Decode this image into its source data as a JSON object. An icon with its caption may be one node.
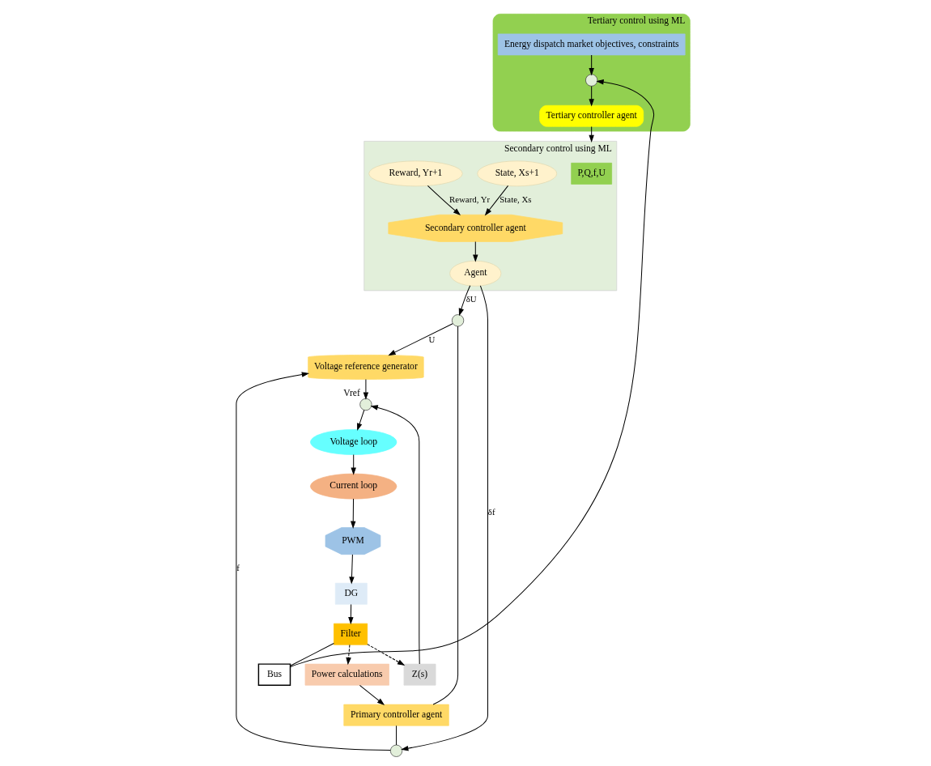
{
  "diagram": {
    "nodes": [
      {
        "text": [
          "Tertiary control using ML"
        ]
      },
      {
        "text": [
          "Energy dispatch market objectives, constraints"
        ],
        "in": 0
      },
      {
        "text": [],
        "shape": "circle",
        "in": 0
      },
      {
        "text": [
          "Tertiary controller agent"
        ],
        "in": 0
      },
      {
        "text": [
          "Secondary control using ML"
        ]
      },
      {
        "text": [
          "P,Q,f,U"
        ],
        "in": 4
      },
      {
        "text": [
          "Secondary controller agent"
        ],
        "in": 4
      },
      {
        "text": [
          "Agent"
        ],
        "in": 4
      },
      {
        "text": [
          "State, Xs+1"
        ],
        "in": 4
      },
      {
        "text": [
          "Reward, Yr+1"
        ],
        "in": 4
      },
      {
        "text": [
          "Voltage reference generator"
        ]
      },
      {
        "text": [
          "Primary controller agent"
        ]
      },
      {
        "text": [],
        "shape": "circle"
      },
      {
        "text": [],
        "shape": "circle"
      },
      {
        "text": [],
        "shape": "circle",
        "beside": [
          "Vref"
        ]
      },
      {
        "text": [
          "Voltage loop"
        ]
      },
      {
        "text": [
          "Current loop"
        ]
      },
      {
        "text": [
          "PWM"
        ]
      },
      {
        "text": [
          "DG"
        ]
      },
      {
        "text": [
          "Z(s)"
        ]
      },
      {
        "text": [
          "Filter"
        ]
      },
      {
        "text": [
          "Power calculations"
        ]
      },
      {
        "text": [
          "Bus"
        ]
      }
    ],
    "edges": [
      {
        "from": 1,
        "to": 2,
        "arrow": "to"
      },
      {
        "from": 2,
        "to": 3,
        "arrow": "to"
      },
      {
        "from": 3,
        "to": 4,
        "arrow": "to"
      },
      {
        "from": 8,
        "to": 6,
        "arrow": "to",
        "label": "State, Xs"
      },
      {
        "from": 9,
        "to": 6,
        "arrow": "to",
        "label": "Reward, Yr"
      },
      {
        "from": 6,
        "to": 7,
        "arrow": "to"
      },
      {
        "from": 7,
        "to": 12,
        "arrow": "to",
        "label": "δU"
      },
      {
        "from": 7,
        "to": 13,
        "arrow": "to",
        "label": "δf"
      },
      {
        "from": 11,
        "to": 12,
        "arrow": "none"
      },
      {
        "from": 12,
        "to": 10,
        "arrow": "to",
        "label": "U"
      },
      {
        "from": 11,
        "to": 13,
        "arrow": "none"
      },
      {
        "from": 13,
        "to": 10,
        "arrow": "to",
        "label": "f"
      },
      {
        "from": 10,
        "to": 14,
        "arrow": "to"
      },
      {
        "from": 19,
        "to": 14,
        "arrow": "to"
      },
      {
        "from": 14,
        "to": 15,
        "arrow": "to"
      },
      {
        "from": 15,
        "to": 16,
        "arrow": "to"
      },
      {
        "from": 16,
        "to": 17,
        "arrow": "to"
      },
      {
        "from": 17,
        "to": 18,
        "arrow": "to"
      },
      {
        "from": 18,
        "to": 20,
        "arrow": "to"
      },
      {
        "from": 20,
        "to": 19,
        "arrow": "to",
        "style": "dashed"
      },
      {
        "from": 20,
        "to": 21,
        "arrow": "to",
        "style": "dashed"
      },
      {
        "from": 21,
        "to": 11,
        "arrow": "to"
      },
      {
        "from": 20,
        "to": 22,
        "arrow": "none"
      },
      {
        "from": 22,
        "to": 2,
        "arrow": "to"
      }
    ]
  }
}
